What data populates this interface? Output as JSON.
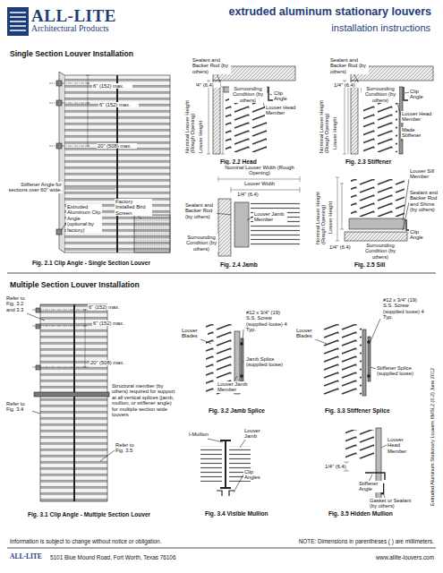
{
  "diagram": {
    "title": "extruded aluminum stationary louvers",
    "nodes": [
      {
        "text": [
          "ALL-LITE",
          "Architectural Products"
        ]
      }
    ],
    "labels": [
      "installation instructions",
      "Single Section Louver Installation",
      "6\" (152) max.",
      "6\" (152) max.",
      "20\" (508) max.",
      "Stiffener Angle for sections over 60\" wide.",
      "Factory Installed Bird Screen",
      "Extruded Aluminum Clip Angle (optional by factory)",
      "Fig. 2.1 Clip Angle - Single Section Louver",
      "Sealant and Backer Rod (by others)",
      "1/4\" (6.4)",
      "Surrounding Condition (by others)",
      "Clip Angle",
      "Louver Head Member",
      "Nominal Louver Height (Rough Opening)",
      "Louver Height",
      "Fig. 2.2 Head",
      "Sealant and Backer Rod (by others)",
      "1/4\" (6.4)",
      "Surrounding Condition (by others)",
      "Clip Angle",
      "Louver Head Member",
      "Made Stiffener",
      "Nominal Louver Height (Rough Opening)",
      "Louver Height",
      "Fig. 2.3 Stiffener",
      "Nominal Louver Width (Rough Opening)",
      "Louver Width",
      "1/4\" (6.4)",
      "Sealant and Backer Rod (by others)",
      "Louver Jamb Member",
      "Surrounding Condition (by others)",
      "Fig. 2.4 Jamb",
      "Nominal Louver Height (Rough Opening)",
      "Louver Height",
      "1/4\" (6.4)",
      "Surrounding Condition (by others)",
      "Louver Sill Member",
      "Sealant and Backer Rod and Shims (by others)",
      "Clip Angle",
      "Fig. 2.5 Sill",
      "Multiple Section Louver Installation",
      "Refer to Fig. 3.2 and 3.3",
      "6\" (152) max.",
      "6\" (152) max.",
      "20\" (508) max.",
      "Structural member (by others) required for support at all vertical splices (jamb, mullion, or stiffener angle) for multiple section wide louvers",
      "Refer to Fig. 3.4",
      "Refer to Fig. 3.5",
      "Fig. 3.1 Clip Angle - Multiple Section Louver",
      "Louver Blades",
      "#12 x 3/4\" (19) S.S. Screw (supplied loose) 4 Typ.",
      "Jamb Splice (supplied loose)",
      "Louver Jamb Member",
      "Fig. 3.2 Jamb Splice",
      "Louver Blades",
      "#12 x 3/4\" (19) S.S. Screw (supplied loose) 4 Typ.",
      "Stiffener Splice (supplied loose)",
      "Fig. 3.3 Stiffener Splice",
      "I-Mullion",
      "Louver Jamb",
      "Clip Angles",
      "Fig. 3.4 Visible Mullion",
      "1/4\" (6.4)",
      "Louver Head Member",
      "Stiffener Angle",
      "Gasket or Sealant (by others)",
      "Fig. 3.5 Hidden Mullion",
      "Extruded Aluminum Stationary Louvers IIMSL2 (0.2) June 2012",
      "Information is subject to change without notice or obligation.",
      "NOTE: Dimensions in parentheses ( ) are millimeters.",
      "ALL-LITE",
      "5101 Blue Mound Road, Fort Worth, Texas 76106",
      "www.allite-louvers.com"
    ]
  }
}
